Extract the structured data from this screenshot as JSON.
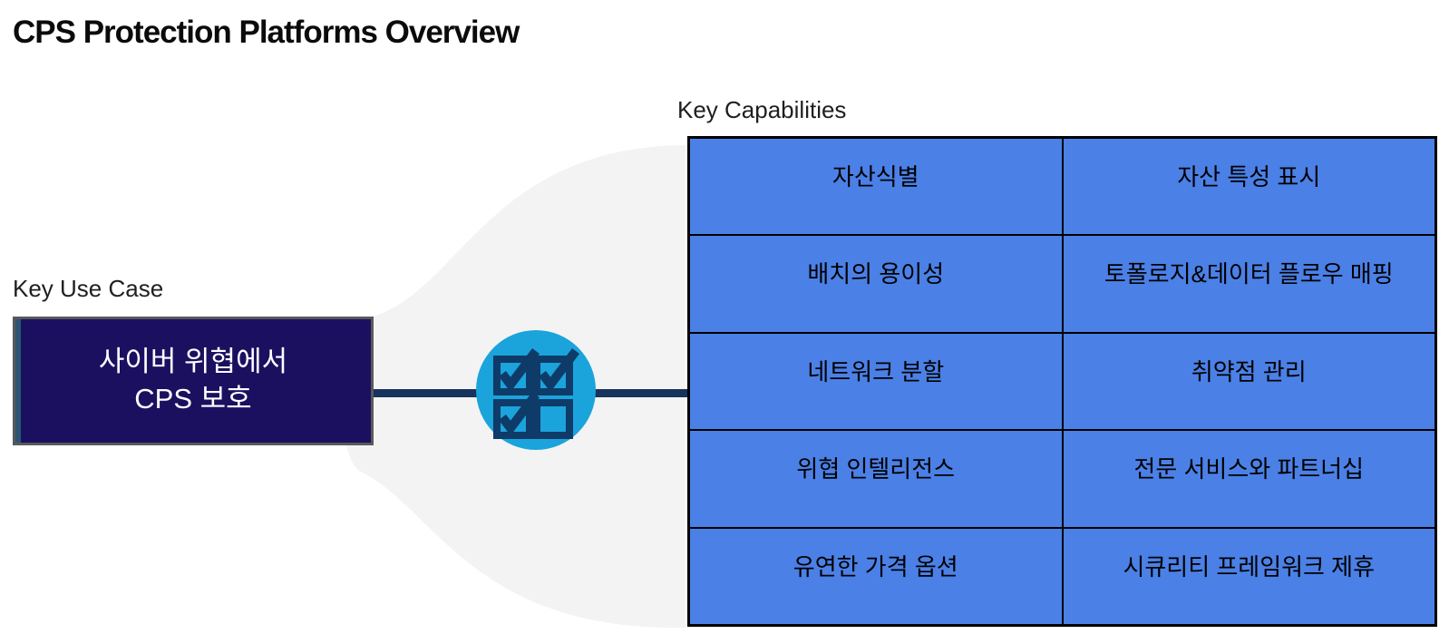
{
  "title": "CPS Protection Platforms Overview",
  "use_case": {
    "label": "Key Use Case",
    "box": {
      "line1": "사이버 위협에서",
      "line2": "CPS 보호"
    }
  },
  "capabilities": {
    "label": "Key Capabilities",
    "rows": [
      {
        "left": "자산식별",
        "right": "자산 특성 표시"
      },
      {
        "left": "배치의 용이성",
        "right": "토폴로지&데이터 플로우 매핑"
      },
      {
        "left": "네트워크 분할",
        "right": "취약점 관리"
      },
      {
        "left": "위협 인텔리전스",
        "right": "전문 서비스와 파트너십"
      },
      {
        "left": "유연한 가격 옵션",
        "right": "시큐리티 프레임워크 제휴"
      }
    ]
  },
  "icon": {
    "name": "checklist-icon",
    "checked_boxes": 3,
    "unchecked_boxes": 1
  },
  "colors": {
    "table_cell_blue": "#4B80E6",
    "table_border_black": "#000000",
    "use_case_box_navy": "#1B1060",
    "use_case_box_border_gray": "#58595B",
    "use_case_left_accent": "#2E5474",
    "circle_light_blue": "#1BA3DC",
    "icon_navy": "#0E3B68",
    "connector_navy": "#16335C",
    "funnel_gray": "#F3F3F3",
    "text_white": "#FFFFFF",
    "text_black": "#000000"
  }
}
